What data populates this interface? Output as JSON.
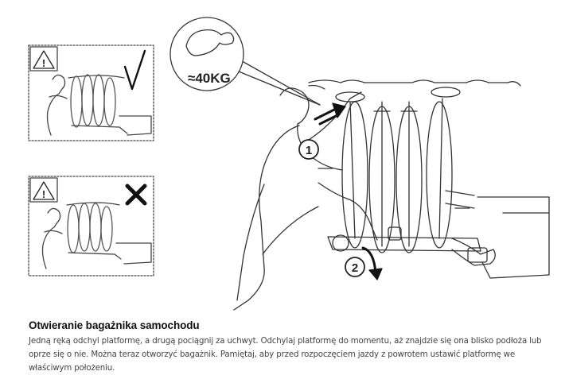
{
  "illustration": {
    "weight_label": "≈40KG",
    "step_one": "1",
    "step_two": "2",
    "warning_symbol": "!",
    "correct_mark_icon": "check-mark-icon",
    "wrong_mark_icon": "cross-mark-icon",
    "bicep_icon": "flexed-arm-icon"
  },
  "caption": {
    "title": "Otwieranie bagażnika samochodu",
    "text": "Jedną ręką odchyl platformę, a drugą pociągnij za uchwyt. Odchylaj platformę do momentu, aż znajdzie się ona blisko podłoża lub oprze się o nie. Można teraz otworzyć bagażnik. Pamiętaj, aby przed rozpoczęciem jazdy z powrotem ustawić platformę we właściwym położeniu."
  }
}
